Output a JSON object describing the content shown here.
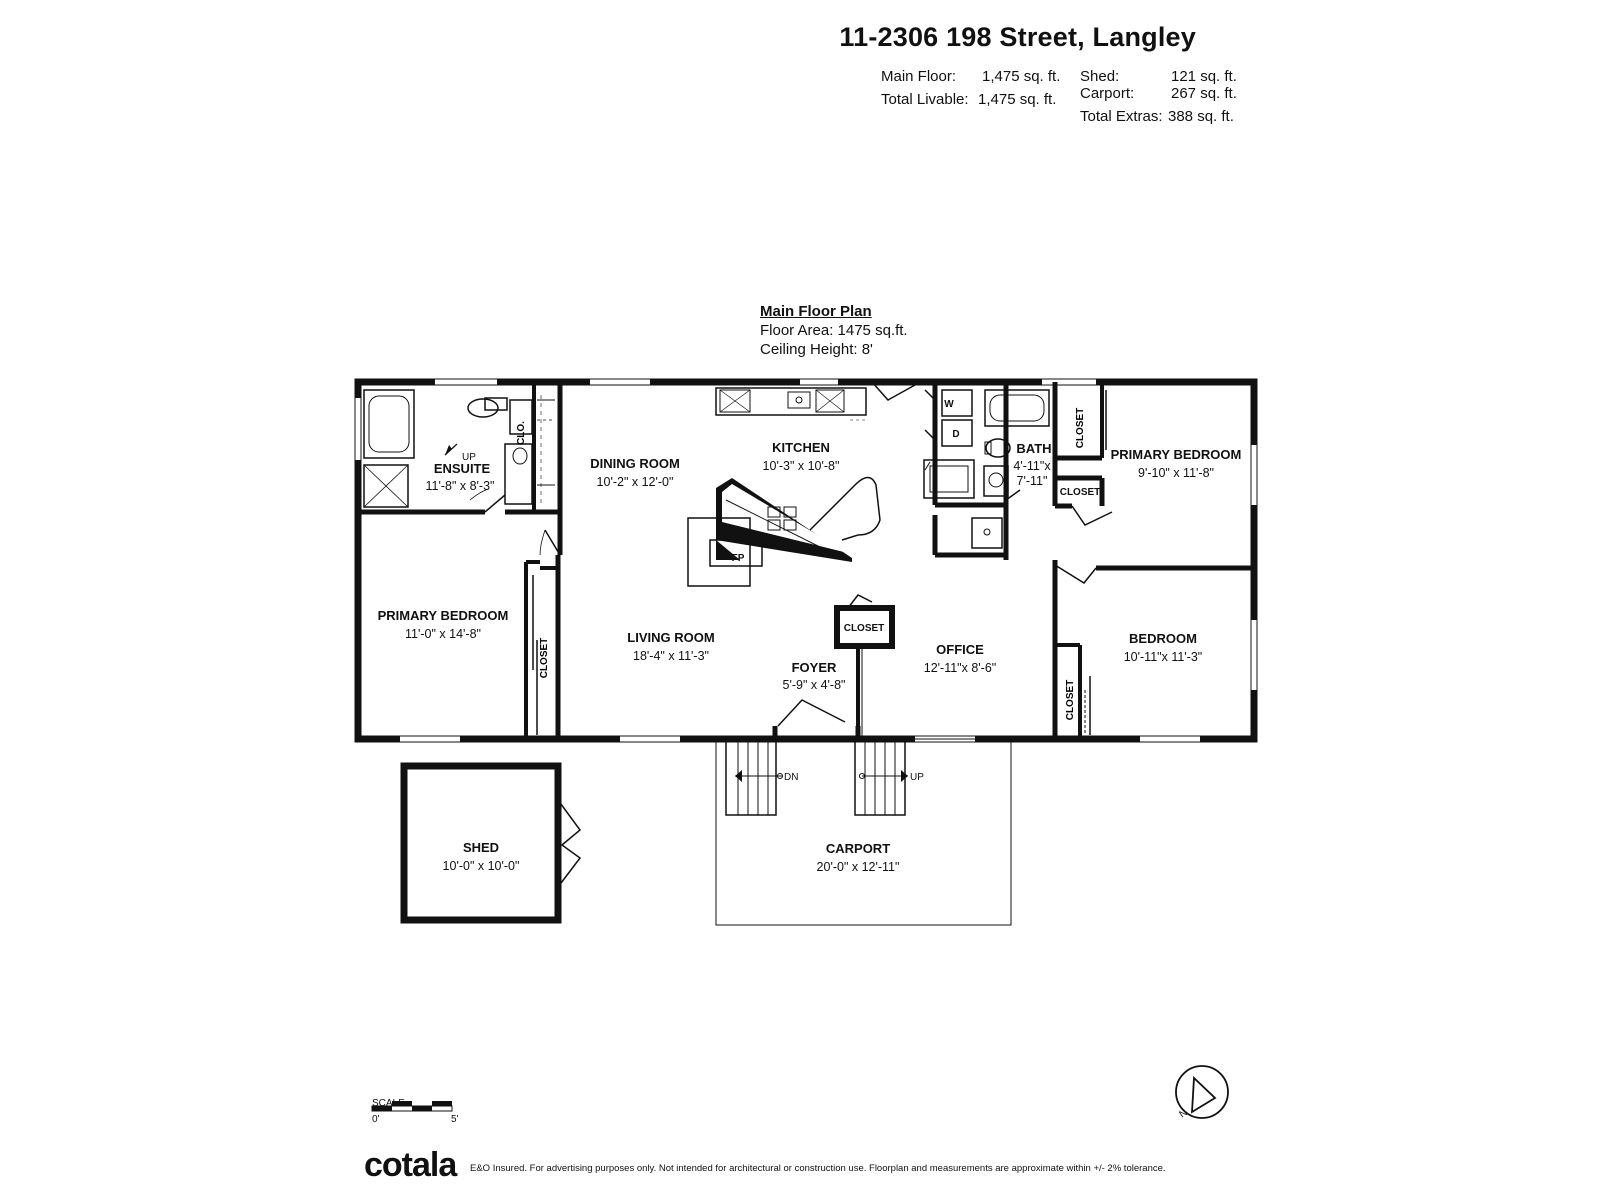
{
  "header": {
    "address": "11-2306 198 Street, Langley",
    "main_floor_label": "Main Floor:",
    "main_floor_value": "1,475 sq. ft.",
    "total_livable_label": "Total Livable:",
    "total_livable_value": "1,475 sq. ft.",
    "shed_label": "Shed:",
    "shed_value": "121 sq. ft.",
    "carport_label": "Carport:",
    "carport_value": "267 sq. ft.",
    "total_extras_label": "Total Extras:",
    "total_extras_value": "388 sq. ft."
  },
  "plan": {
    "title": "Main Floor Plan",
    "floor_area": "Floor Area: 1475 sq.ft.",
    "ceiling_height": "Ceiling Height: 8'"
  },
  "rooms": {
    "ensuite": {
      "name": "ENSUITE",
      "dims": "11'-8\" x  8'-3\""
    },
    "dining": {
      "name": "DINING ROOM",
      "dims": "10'-2\" x 12'-0\""
    },
    "kitchen": {
      "name": "KITCHEN",
      "dims": "10'-3\" x 10'-8\""
    },
    "bath": {
      "name": "BATH",
      "dims1": "4'-11\"x",
      "dims2": "7'-11\""
    },
    "primary_right": {
      "name": "PRIMARY BEDROOM",
      "dims": "9'-10\" x 11'-8\""
    },
    "primary_left": {
      "name": "PRIMARY BEDROOM",
      "dims": "11'-0\" x 14'-8\""
    },
    "living": {
      "name": "LIVING ROOM",
      "dims": "18'-4\" x 11'-3\""
    },
    "foyer": {
      "name": "FOYER",
      "dims": "5'-9\"  x  4'-8\""
    },
    "office": {
      "name": "OFFICE",
      "dims": "12'-11\"x  8'-6\""
    },
    "bedroom": {
      "name": "BEDROOM",
      "dims": "10'-11\"x 11'-3\""
    },
    "shed": {
      "name": "SHED",
      "dims": "10'-0\" x 10'-0\""
    },
    "carport": {
      "name": "CARPORT",
      "dims": "20'-0\" x 12'-11\""
    }
  },
  "labels": {
    "clo": "CLO.",
    "closet": "CLOSET",
    "w": "W",
    "d": "D",
    "fp": "FP",
    "up": "UP",
    "dn": "DN",
    "north": "N"
  },
  "scale": {
    "label": "SCALE",
    "zero": "0'",
    "five": "5'"
  },
  "footer": {
    "logo": "cotala",
    "disclaimer": "E&O Insured. For advertising purposes only. Not intended for architectural or construction use. Floorplan and measurements are approximate within +/- 2% tolerance."
  }
}
